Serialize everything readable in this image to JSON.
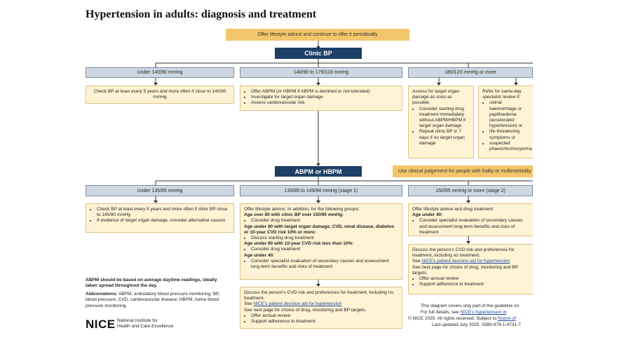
{
  "title": "Hypertension in adults: diagnosis and treatment",
  "lifestyle_banner": "Offer lifestyle advice and continue to offer it periodically",
  "clinic_bp": "Clinic BP",
  "clinic_ranges": {
    "low": "Under 140/90 mmHg",
    "mid": "140/90 to 179/119 mmHg",
    "high": "180/120 mmHg or more"
  },
  "clinic_low_text": "Check BP at least every 5 years and more often if close to 140/90 mmHg",
  "clinic_mid_items": [
    "Offer ABPM (or HBPM if ABPM is declined or not tolerated)",
    "Investigate for target organ damage",
    "Assess cardiovascular risk"
  ],
  "assess_box": {
    "intro": "Assess for target organ damage as soon as possible:",
    "items": [
      "Consider starting drug treatment immediately without ABPM/HBPM if target organ damage",
      "Repeat clinic BP in 7 days if no target organ damage"
    ]
  },
  "refer_box": {
    "intro": "Refer for same-day specialist review if:",
    "items": [
      "retinal haemorrhage or papilloedema (accelerated hypertension) or",
      "life-threatening symptoms or",
      "suspected phaeochromocytoma"
    ]
  },
  "abpm": "ABPM or HBPM",
  "frailty_banner": "Use clinical judgement for people with frailty or multimorbidity",
  "abpm_ranges": {
    "low": "Under 135/85 mmHg",
    "stage1": "135/85 to 149/94 mmHg (stage 1)",
    "stage2": "150/95 mmHg or more (stage 2)"
  },
  "abpm_low_items": [
    "Check BP at least every 5 years and more often if clinic BP close to 140/90 mmHg",
    "If evidence of target organ damage, consider alternative causes"
  ],
  "stage1_box": {
    "intro": "Offer lifestyle advice. In addition, for the following groups:",
    "g1": "Age over 80 with clinic BP over 150/90 mmHg:",
    "g1_items": [
      "Consider drug treatment"
    ],
    "g2": "Age under 80 with target organ damage, CVD, renal disease, diabetes or 10-year CVD risk 10% or more:",
    "g2_items": [
      "Discuss starting drug treatment"
    ],
    "g3": "Age under 60 with 10-year CVD risk less than 10%:",
    "g3_items": [
      "Consider drug treatment"
    ],
    "g4": "Age under 40:",
    "g4_items": [
      "Consider specialist evaluation of secondary causes and assessment long-term benefits and risks of treatment"
    ]
  },
  "stage1_discuss": {
    "p1": "Discuss the person's CVD risk and preferences for treatment, including no treatment.",
    "p2_pre": "See ",
    "p2_link": "NICE's patient decision aid for hypertension",
    "p3": "See next page for choice of drug, monitoring and BP targets.",
    "items": [
      "Offer annual review",
      "Support adherence to treatment"
    ]
  },
  "stage2_box": {
    "intro": "Offer lifestyle advice and drug treatment",
    "g1": "Age under 40:",
    "g1_items": [
      "Consider specialist evaluation of secondary causes and assessment long-term benefits and risks of treatment"
    ]
  },
  "stage2_discuss": {
    "p1": "Discuss the person's CVD risk and preferences for treatment, including no treatment.",
    "p2_pre": "See ",
    "p2_link": "NICE's patient decision aid for hypertension",
    "p3": "See next page for choice of drug, monitoring and BP targets.",
    "items": [
      "Offer annual review",
      "Support adherence to treatment"
    ]
  },
  "abpm_note": "ABPM should be based on average daytime readings, ideally taken spread throughout the day.",
  "abbrev_label": "Abbreviations:",
  "abbrev_text": "ABPM, ambulatory blood pressure monitoring; BP, blood pressure; CVD, cardiovascular disease; HBPM, home blood pressure monitoring.",
  "nice_logo": "NICE",
  "nice_name_1": "National Institute for",
  "nice_name_2": "Health and Care Excellence",
  "footer": {
    "l1": "This diagram covers only part of the guideline on",
    "l2_pre": "For full details, see ",
    "l2_link": "NICE's hypertension in",
    "l3_pre": "© NICE 2025. All rights reserved. Subject to ",
    "l3_link": "Notice of",
    "l4": "Last updated July 2025. ISBN 978-1-4731-7"
  },
  "colors": {
    "navy": "#1e3f66",
    "banner": "#f3c66b",
    "range_bar": "#cfd8e1",
    "box_fill": "#fff3d5",
    "link": "#1b4a9a"
  }
}
